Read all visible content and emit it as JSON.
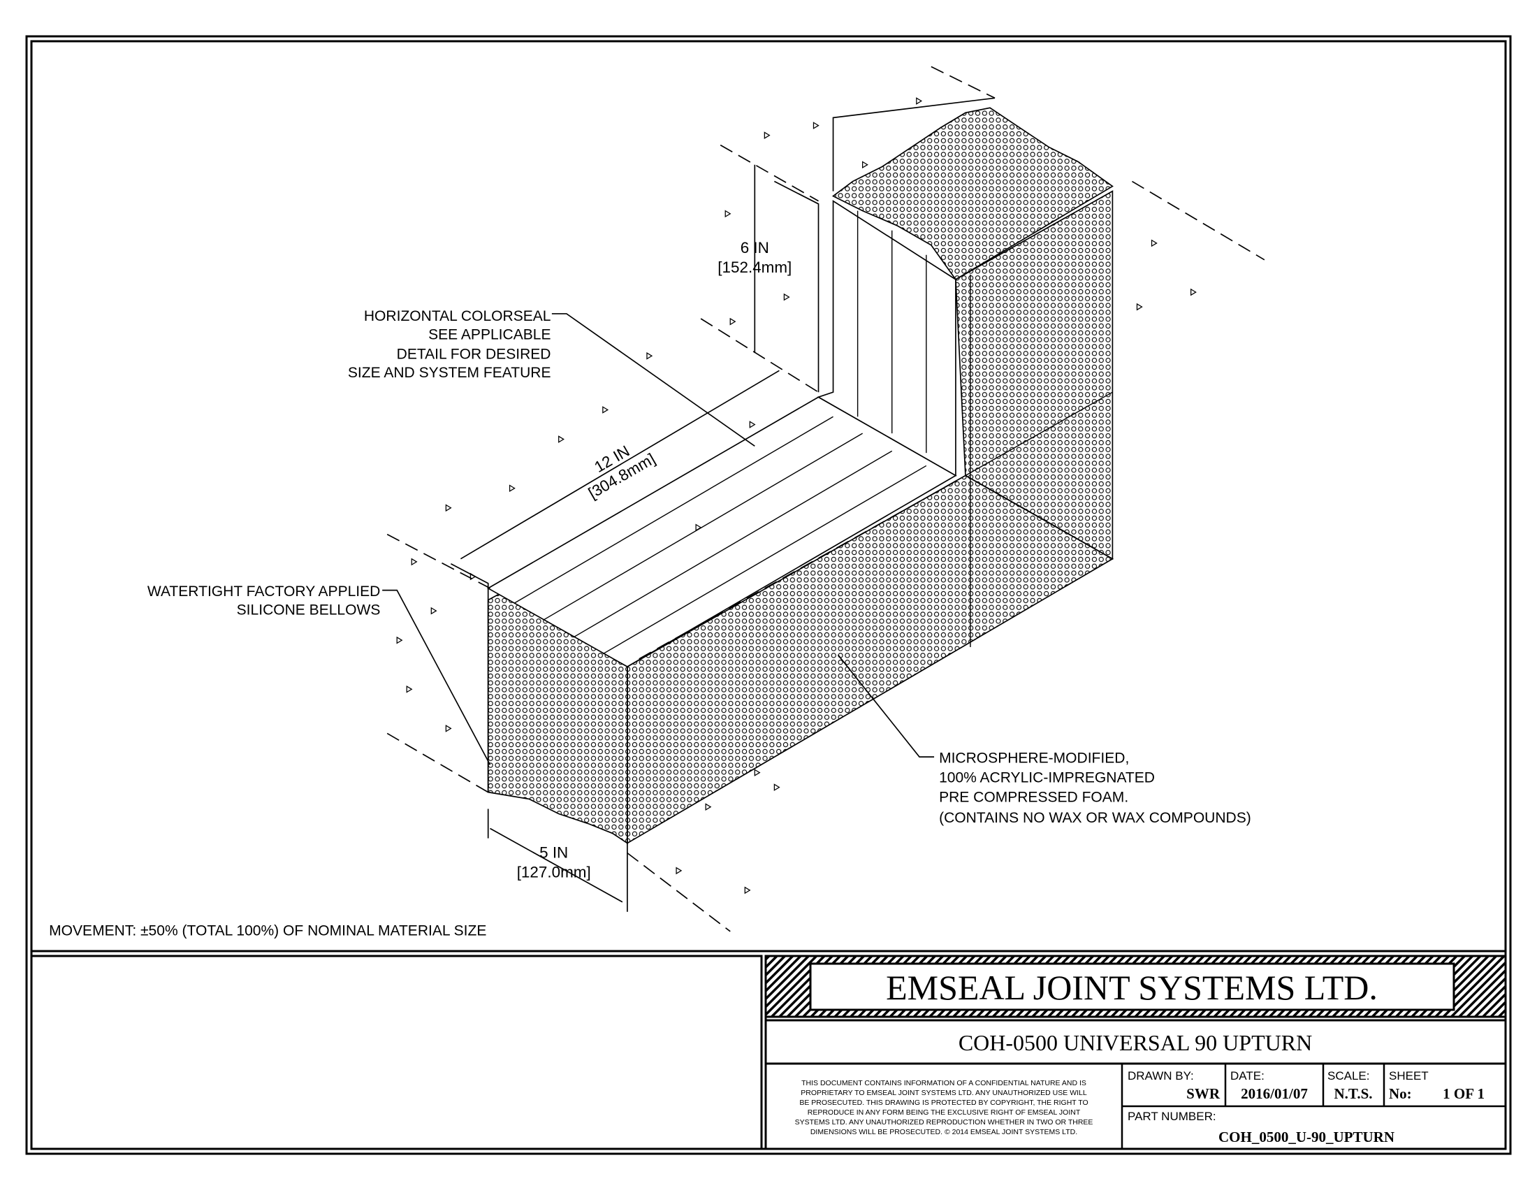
{
  "drawing": {
    "labels": {
      "horizontal_colorseal": [
        "HORIZONTAL COLORSEAL",
        "SEE APPLICABLE",
        "DETAIL FOR DESIRED",
        "SIZE AND SYSTEM FEATURE"
      ],
      "watertight": [
        "WATERTIGHT FACTORY APPLIED",
        "SILICONE BELLOWS"
      ],
      "microsphere": [
        "MICROSPHERE-MODIFIED,",
        "100% ACRYLIC-IMPREGNATED",
        "PRE COMPRESSED FOAM.",
        "(CONTAINS NO WAX OR WAX COMPOUNDS)"
      ]
    },
    "dimensions": {
      "vertical": {
        "value": "6 IN",
        "metric": "[152.4mm]"
      },
      "length": {
        "value": "12 IN",
        "metric": "[304.8mm]"
      },
      "width": {
        "value": "5 IN",
        "metric": "[127.0mm]"
      }
    },
    "movement_note": "MOVEMENT: ±50% (TOTAL 100%) OF NOMINAL MATERIAL SIZE"
  },
  "title_block": {
    "company": "EMSEAL JOINT SYSTEMS LTD.",
    "title": "COH-0500 UNIVERSAL 90 UPTURN",
    "legal": [
      "THIS DOCUMENT CONTAINS INFORMATION OF A CONFIDENTIAL NATURE AND IS",
      "PROPRIETARY TO EMSEAL JOINT SYSTEMS LTD. ANY UNAUTHORIZED USE WILL",
      "BE PROSECUTED. THIS DRAWING IS PROTECTED BY COPYRIGHT, THE RIGHT TO",
      "REPRODUCE IN ANY FORM BEING THE EXCLUSIVE RIGHT OF EMSEAL JOINT",
      "SYSTEMS LTD. ANY UNAUTHORIZED REPRODUCTION WHETHER IN TWO OR THREE",
      "DIMENSIONS WILL BE PROSECUTED. © 2014 EMSEAL JOINT SYSTEMS LTD."
    ],
    "drawn_by_label": "DRAWN BY:",
    "drawn_by": "SWR",
    "date_label": "DATE:",
    "date": "2016/01/07",
    "scale_label": "SCALE:",
    "scale": "N.T.S.",
    "sheet_label": "SHEET",
    "sheet_no_label": "No:",
    "sheet": "1 OF 1",
    "part_number_label": "PART NUMBER:",
    "part_number": "COH_0500_U-90_UPTURN"
  }
}
